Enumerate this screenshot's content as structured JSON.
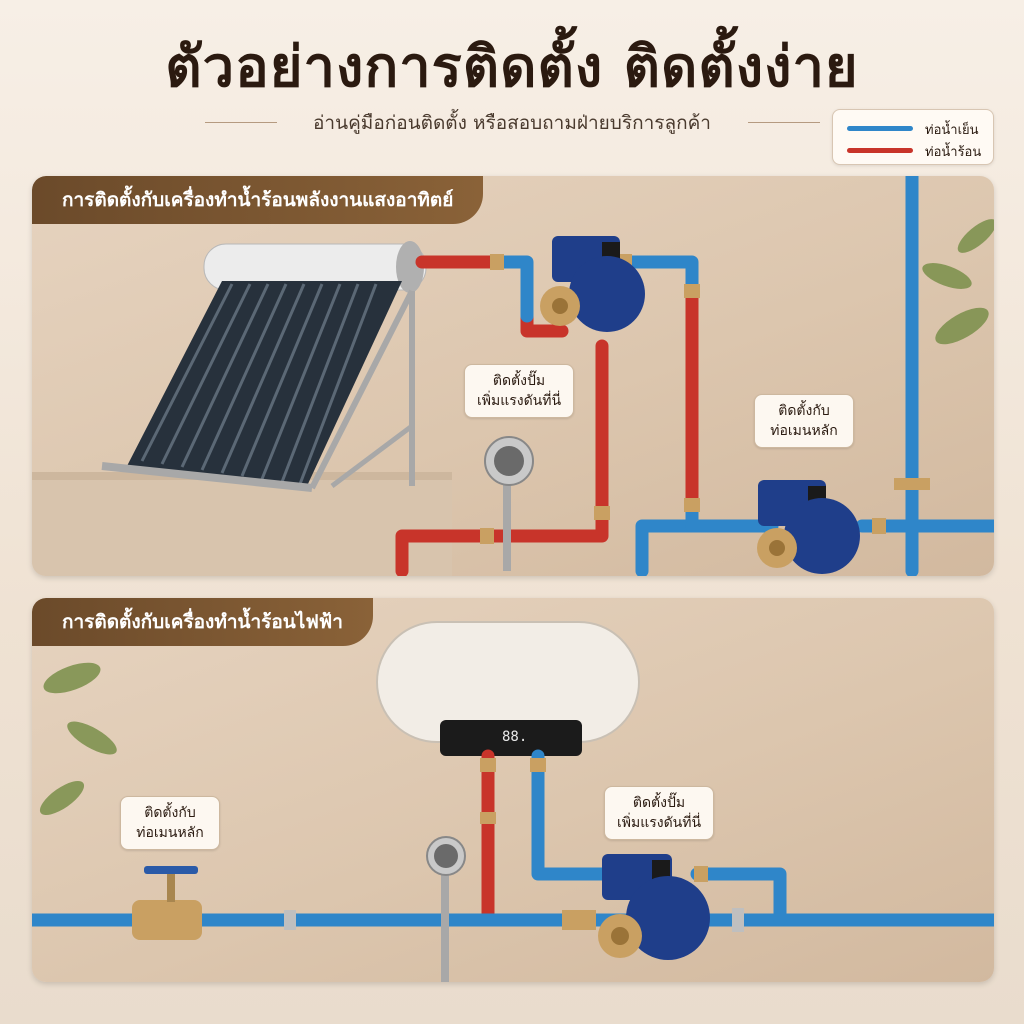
{
  "header": {
    "title": "ตัวอย่างการติดตั้ง ติดตั้งง่าย",
    "subtitle": "อ่านคู่มือก่อนติดตั้ง หรือสอบถามฝ่ายบริการลูกค้า"
  },
  "legend": {
    "cold_label": "ท่อน้ำเย็น",
    "hot_label": "ท่อน้ำร้อน",
    "cold_color": "#2f86c9",
    "hot_color": "#c8342a"
  },
  "panels": [
    {
      "tag": "การติดตั้งกับเครื่องทำน้ำร้อนพลังงานแสงอาทิตย์",
      "callouts": [
        {
          "line1": "ติดตั้งปั๊ม",
          "line2": "เพิ่มแรงดันที่นี่"
        },
        {
          "line1": "ติดตั้งกับ",
          "line2": "ท่อเมนหลัก"
        }
      ]
    },
    {
      "tag": "การติดตั้งกับเครื่องทำน้ำร้อนไฟฟ้า",
      "heater_display": "88.",
      "callouts": [
        {
          "line1": "ติดตั้งกับ",
          "line2": "ท่อเมนหลัก"
        },
        {
          "line1": "ติดตั้งปั๊ม",
          "line2": "เพิ่มแรงดันที่นี่"
        }
      ]
    }
  ],
  "icons": {
    "pump": "pump-icon",
    "shower": "shower-head-icon",
    "solar": "solar-heater-icon",
    "electric": "electric-heater-icon",
    "valve": "gate-valve-icon"
  }
}
